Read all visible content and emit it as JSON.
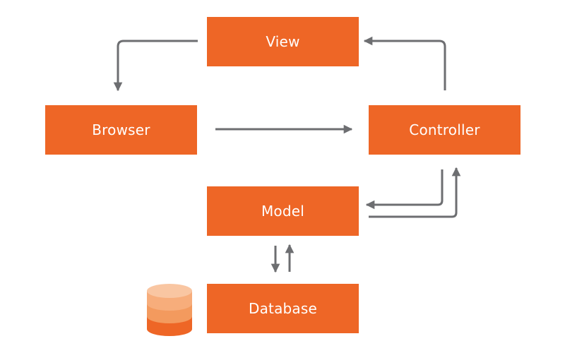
{
  "diagram": {
    "nodes": {
      "view": "View",
      "browser": "Browser",
      "controller": "Controller",
      "model": "Model",
      "database": "Database"
    }
  },
  "colors": {
    "box_fill": "#ee6626",
    "box_text": "#ffffff",
    "arrow": "#6d6e71",
    "db_top": "#f9b98f",
    "db_middle": "#f39a5e",
    "db_bottom": "#ee6626"
  },
  "icons": {
    "database": "database-cylinder-icon"
  }
}
